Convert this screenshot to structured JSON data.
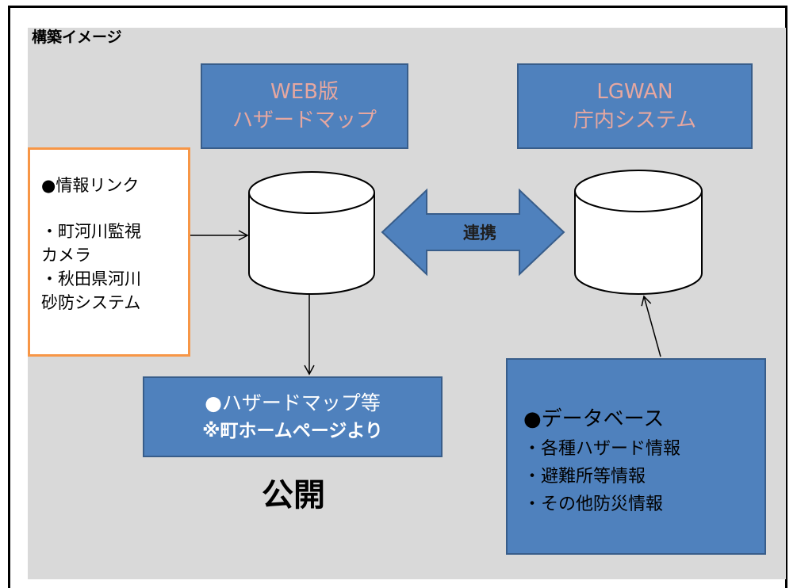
{
  "title": "構築イメージ",
  "web_box": {
    "line1": "WEB版",
    "line2": "ハザードマップ"
  },
  "lgwan_box": {
    "line1": "LGWAN",
    "line2": "庁内システム"
  },
  "info_box": {
    "heading": "●情報リンク",
    "lines": [
      "・町河川監視",
      "カメラ",
      "・秋田県河川",
      "砂防システム"
    ]
  },
  "link_label": "連携",
  "hazard_box": {
    "line1": "●ハザードマップ等",
    "line2": "※町ホームページより"
  },
  "publish_label": "公開",
  "database_box": {
    "heading": "●データベース",
    "items": [
      "・各種ハザード情報",
      "・避難所等情報",
      "・その他防災情報"
    ]
  },
  "colors": {
    "box_fill": "#4f81bd",
    "box_border": "#385d8a",
    "orange_border": "#f79646",
    "panel_bg": "#d9d9d9",
    "pink_text": "#e6a7a0"
  }
}
